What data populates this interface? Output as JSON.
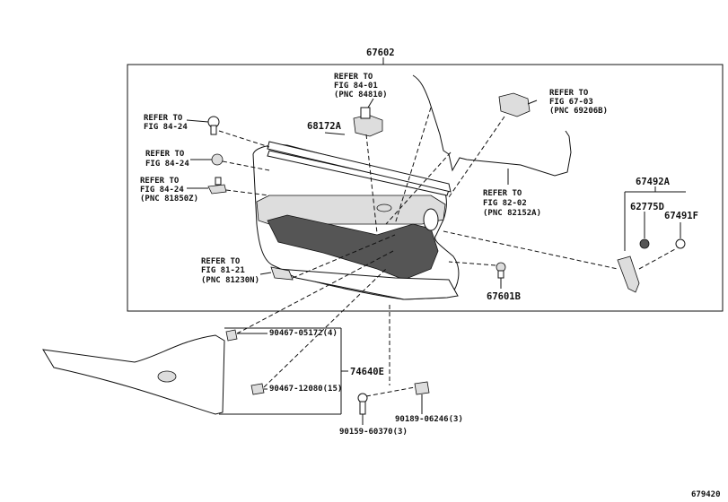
{
  "labels": {
    "l67602": "67602",
    "ref8401_a": "REFER TO",
    "ref8401_b": "FIG 84-01",
    "ref8401_c": "(PNC 84810)",
    "ref6703_a": "REFER TO",
    "ref6703_b": "FIG 67-03",
    "ref6703_c": "(PNC 69206B)",
    "ref8424a_a": "REFER TO",
    "ref8424a_b": "FIG 84-24",
    "ref8424b_a": "REFER TO",
    "ref8424b_b": "FIG 84-24",
    "ref8424c_a": "REFER TO",
    "ref8424c_b": "FIG 84-24",
    "ref8424c_c": "(PNC 81850Z)",
    "l68172A": "68172A",
    "ref8202_a": "REFER TO",
    "ref8202_b": "FIG 82-02",
    "ref8202_c": "(PNC 82152A)",
    "l67492A": "67492A",
    "l62775D": "62775D",
    "l67491F": "67491F",
    "ref8121_a": "REFER TO",
    "ref8121_b": "FIG 81-21",
    "ref8121_c": "(PNC 81230N)",
    "l67601B": "67601B",
    "l90467_05172": "90467-05172(4)",
    "l74640E": "74640E",
    "l90467_12080": "90467-12080(15)",
    "l90189": "90189-06246(3)",
    "l90159": "90159-60370(3)",
    "fig": "679420"
  }
}
